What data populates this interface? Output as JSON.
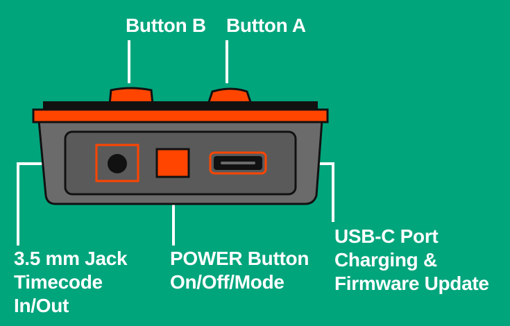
{
  "labels": {
    "button_b": "Button B",
    "button_a": "Button A",
    "jack": [
      "3.5 mm Jack",
      "Timecode",
      "In/Out"
    ],
    "power": [
      "POWER Button",
      "On/Off/Mode"
    ],
    "usb": [
      "USB-C Port",
      "Charging &",
      "Firmware Update"
    ]
  },
  "colors": {
    "background": "#00a57c",
    "device_body": "#6b6b6b",
    "panel": "#5a5a5a",
    "accent": "#ff4500",
    "outline": "#111111",
    "leader_line": "#ffffff",
    "label_text": "#ffffff"
  }
}
